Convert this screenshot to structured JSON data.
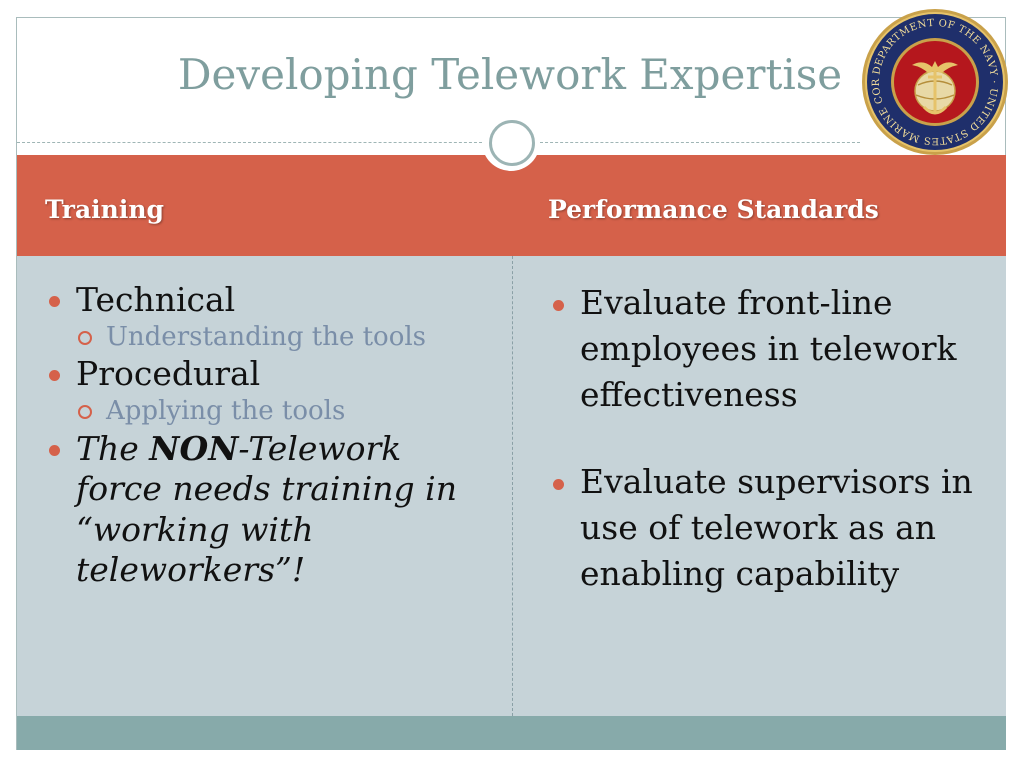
{
  "slide": {
    "title": "Developing Telework Expertise",
    "seal_text": "DEPARTMENT OF THE NAVY · UNITED STATES MARINE CORPS"
  },
  "columns": {
    "left": {
      "header": "Training",
      "items": [
        {
          "text": "Technical",
          "sub": "Understanding the tools"
        },
        {
          "text": "Procedural",
          "sub": "Applying the tools"
        }
      ],
      "note": {
        "prefix": "The ",
        "emphasis": "NON",
        "suffix": "-Telework force needs training in “working with teleworkers”!"
      }
    },
    "right": {
      "header": "Performance Standards",
      "items": [
        "Evaluate front-line employees in telework effectiveness",
        "Evaluate supervisors in use of telework as an enabling capability"
      ]
    }
  },
  "colors": {
    "accent": "#d5614a",
    "panel": "#c6d3d8",
    "title": "#7f9e9e",
    "footer": "#87aaaa"
  }
}
